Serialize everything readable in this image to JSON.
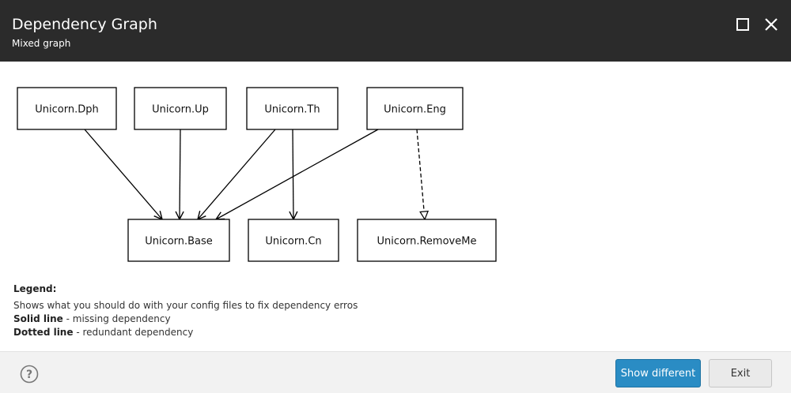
{
  "dialog": {
    "title": "Dependency Graph",
    "subtitle": "Mixed graph",
    "maximize_icon": "maximize-icon",
    "close_icon": "close-icon"
  },
  "graph": {
    "nodes": [
      {
        "id": "dph",
        "label": "Unicorn.Dph"
      },
      {
        "id": "up",
        "label": "Unicorn.Up"
      },
      {
        "id": "th",
        "label": "Unicorn.Th"
      },
      {
        "id": "eng",
        "label": "Unicorn.Eng"
      },
      {
        "id": "base",
        "label": "Unicorn.Base"
      },
      {
        "id": "cn",
        "label": "Unicorn.Cn"
      },
      {
        "id": "removeme",
        "label": "Unicorn.RemoveMe"
      }
    ],
    "edges": [
      {
        "from": "dph",
        "to": "base",
        "style": "solid"
      },
      {
        "from": "up",
        "to": "base",
        "style": "solid"
      },
      {
        "from": "th",
        "to": "base",
        "style": "solid"
      },
      {
        "from": "th",
        "to": "cn",
        "style": "solid"
      },
      {
        "from": "eng",
        "to": "base",
        "style": "solid"
      },
      {
        "from": "eng",
        "to": "removeme",
        "style": "dotted"
      }
    ]
  },
  "legend": {
    "title": "Legend:",
    "description": "Shows what you should do with your config files to fix dependency erros",
    "solid_term": "Solid line",
    "solid_text": " - missing dependency",
    "dotted_term": "Dotted line",
    "dotted_text": " - redundant dependency"
  },
  "footer": {
    "help_icon": "help-icon",
    "show_different_label": "Show different",
    "exit_label": "Exit"
  },
  "colors": {
    "titlebar": "#2b2b2b",
    "primary_button": "#2a8cc4",
    "footer": "#f2f2f2"
  }
}
